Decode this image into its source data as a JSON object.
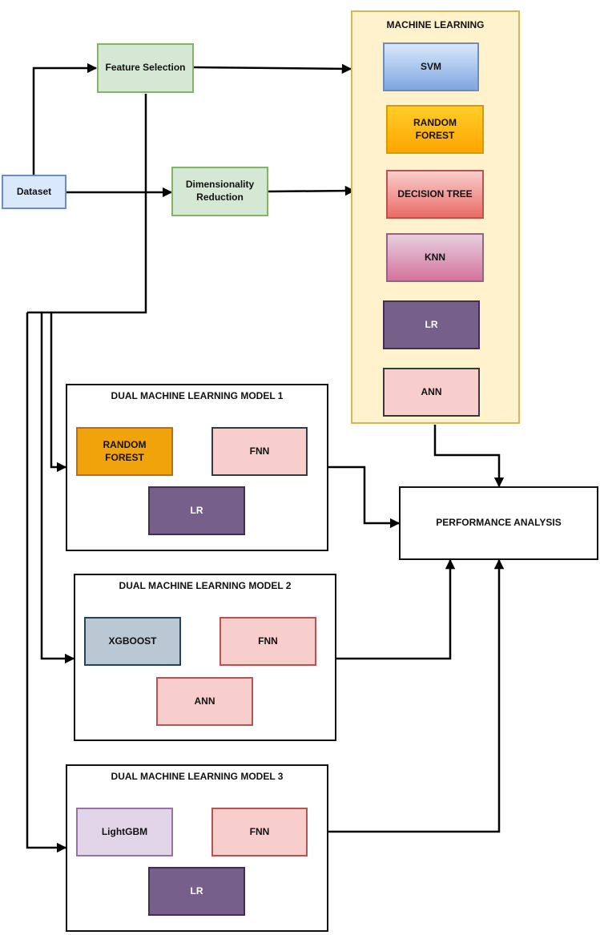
{
  "nodes": {
    "dataset": "Dataset",
    "feature_selection": "Feature Selection",
    "dimensionality_reduction": "Dimensionality Reduction",
    "performance": "PERFORMANCE ANALYSIS"
  },
  "ml_panel": {
    "title": "MACHINE LEARNING",
    "items": [
      "SVM",
      "RANDOM FOREST",
      "DECISION TREE",
      "KNN",
      "LR",
      "ANN"
    ]
  },
  "dual_models": [
    {
      "title": "DUAL MACHINE LEARNING MODEL 1",
      "left": "RANDOM FOREST",
      "right": "FNN",
      "bottom": "LR"
    },
    {
      "title": "DUAL MACHINE LEARNING MODEL 2",
      "left": "XGBOOST",
      "right": "FNN",
      "bottom": "ANN"
    },
    {
      "title": "DUAL MACHINE LEARNING MODEL 3",
      "left": "LightGBM",
      "right": "FNN",
      "bottom": "LR"
    }
  ],
  "colors": {
    "blue_fill": "#dae8fc",
    "blue_border": "#6c8ebf",
    "green_fill": "#d5e8d4",
    "green_border": "#82b366",
    "yellow_fill": "#fff2cc",
    "yellow_border": "#d6b656",
    "orange_fill": "#f0a30a",
    "orange_border": "#bd7000",
    "red_fill": "#f8cecc",
    "red_border": "#b85450",
    "purple_fill": "#76608a",
    "purple_border": "#432d57",
    "slate_fill": "#bac8d3",
    "slate_border": "#23445d",
    "lilac_fill": "#e1d5e7",
    "lilac_border": "#9673a6"
  }
}
